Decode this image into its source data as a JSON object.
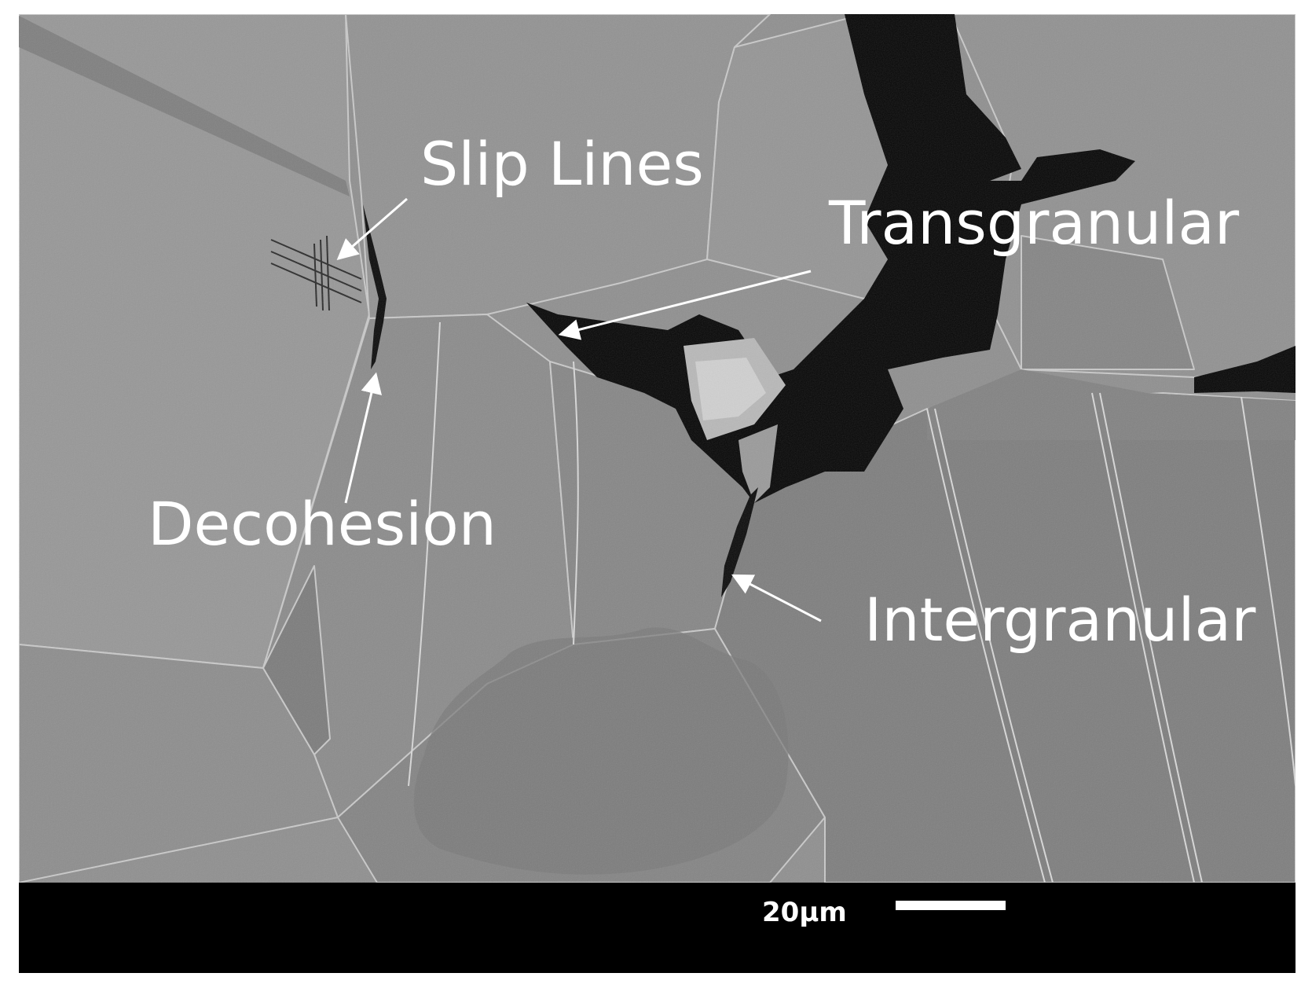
{
  "figure": {
    "annotations": {
      "slip_lines": "Slip Lines",
      "transgranular": "Transgranular",
      "decohesion": "Decohesion",
      "intergranular": "Intergranular"
    },
    "scale_bar": {
      "label": "20µm"
    },
    "colors": {
      "background": "#ffffff",
      "micrograph_base": "#8e8e8e",
      "crack": "#000000",
      "scale_band": "#000000",
      "annotation": "#ffffff"
    }
  }
}
